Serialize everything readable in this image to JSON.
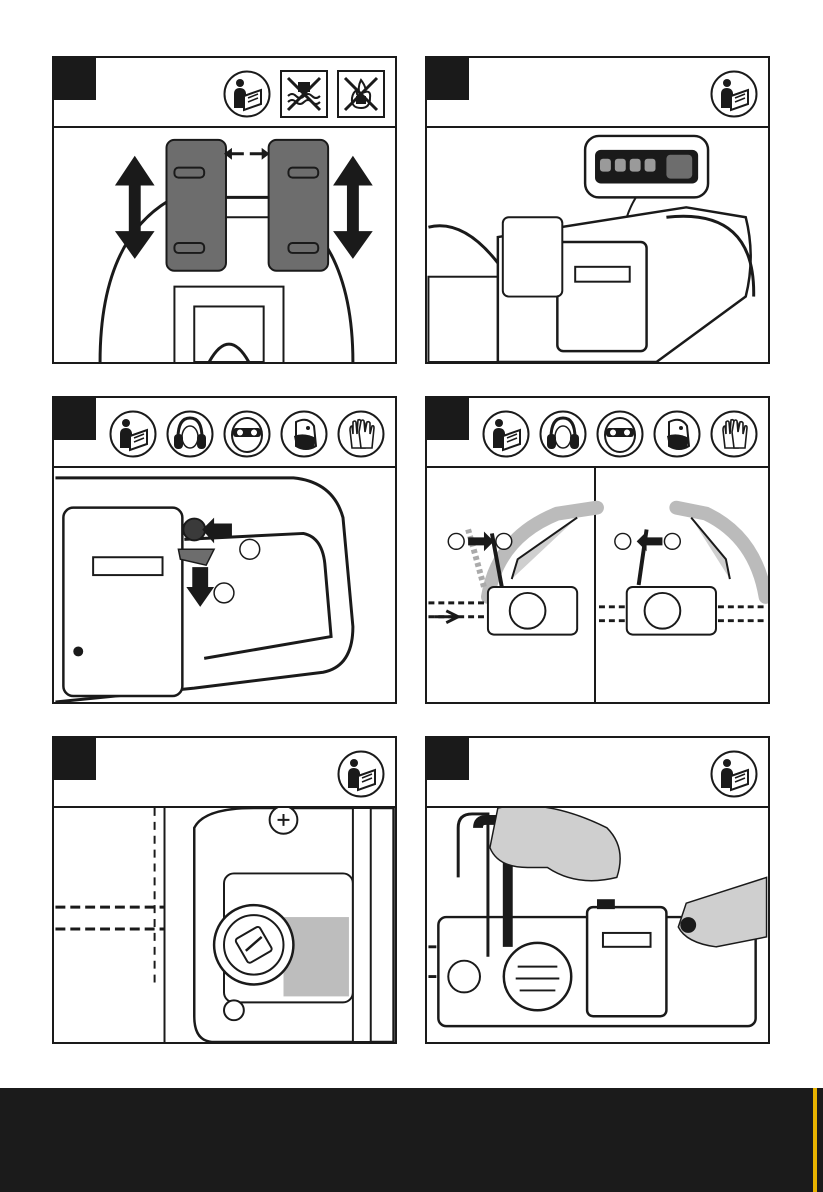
{
  "panels": [
    {
      "id": "panel-1",
      "icons": [
        "read-manual-icon",
        "no-water-icon",
        "no-fire-icon"
      ]
    },
    {
      "id": "panel-2",
      "icons": [
        "read-manual-icon"
      ]
    },
    {
      "id": "panel-3",
      "icons": [
        "read-manual-icon",
        "ear-protection-icon",
        "eye-protection-icon",
        "dust-mask-icon",
        "gloves-icon"
      ]
    },
    {
      "id": "panel-4",
      "icons": [
        "read-manual-icon",
        "ear-protection-icon",
        "eye-protection-icon",
        "dust-mask-icon",
        "gloves-icon"
      ]
    },
    {
      "id": "panel-5",
      "icons": [
        "read-manual-icon"
      ]
    },
    {
      "id": "panel-6",
      "icons": [
        "read-manual-icon"
      ]
    }
  ],
  "colors": {
    "ink": "#1a1a1a",
    "battery": "#6d6d6d",
    "sleeve": "#cfcfcf",
    "oil": "#bdbdbd",
    "footer": "#1b1b1b"
  }
}
